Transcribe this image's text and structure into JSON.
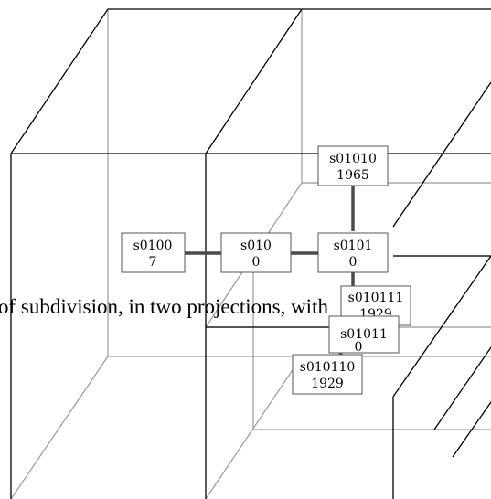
{
  "caption": "of subdivision, in two projections, with",
  "nodes": {
    "s0100": {
      "name": "s0100",
      "value": "7"
    },
    "s010": {
      "name": "s010",
      "value": "0"
    },
    "s0101": {
      "name": "s0101",
      "value": "0"
    },
    "s01010": {
      "name": "s01010",
      "value": "1965"
    },
    "s010111": {
      "name": "s010111",
      "value": "1929"
    },
    "s01011": {
      "name": "s01011",
      "value": "0"
    },
    "s010110": {
      "name": "s010110",
      "value": "1929"
    }
  },
  "colors": {
    "front_edge": "#000000",
    "back_edge": "#9a9a9a",
    "tree_edge": "#4a4a4a",
    "box_border": "#555555"
  }
}
